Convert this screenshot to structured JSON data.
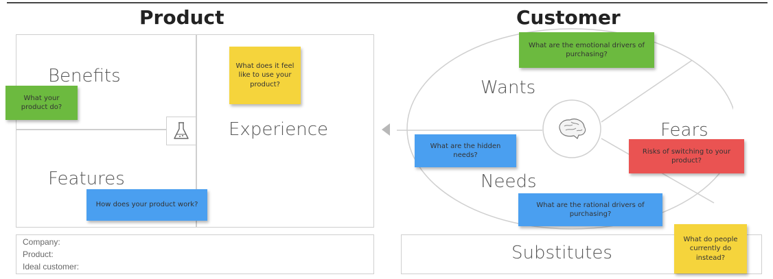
{
  "product": {
    "title": "Product",
    "benefits": "Benefits",
    "experience": "Experience",
    "features": "Features",
    "notes": {
      "benefits": "What your product do?",
      "experience": "What does it feel like to use your product?",
      "features": "How does your product work?"
    },
    "info": {
      "company": "Company:",
      "product": "Product:",
      "ideal_customer": "Ideal customer:"
    }
  },
  "customer": {
    "title": "Customer",
    "wants": "Wants",
    "fears": "Fears",
    "needs": "Needs",
    "substitutes": "Substitutes",
    "notes": {
      "wants": "What are the emotional drivers of purchasing?",
      "fears": "Risks of switching to your product?",
      "needs_hidden": "What are the hidden needs?",
      "needs_rational": "What are the rational drivers of purchasing?",
      "substitutes": "What do people currently do instead?"
    }
  },
  "colors": {
    "green": "#6cba3f",
    "yellow": "#f5d43c",
    "blue": "#4a9ff0",
    "red": "#ea5352",
    "border": "#cfcfcf"
  },
  "icons": [
    "flask-icon",
    "brain-icon",
    "arrow-left-icon"
  ]
}
